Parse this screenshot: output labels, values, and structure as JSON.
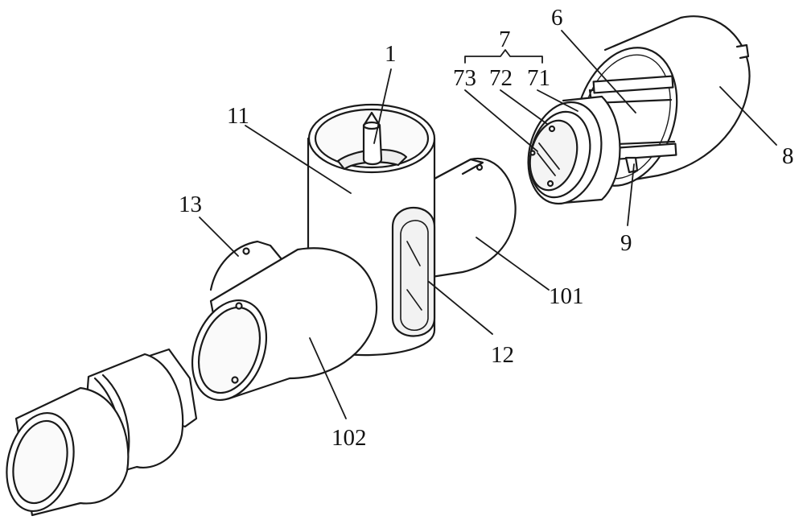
{
  "labels": {
    "l1": "1",
    "l11": "11",
    "l13": "13",
    "l12": "12",
    "l101": "101",
    "l102": "102",
    "l7": "7",
    "l73": "73",
    "l72": "72",
    "l71": "71",
    "l6": "6",
    "l8": "8",
    "l9": "9"
  },
  "colors": {
    "line": "#1a1a1a",
    "fill": "#ffffff",
    "shade": "#d9d9d9"
  }
}
